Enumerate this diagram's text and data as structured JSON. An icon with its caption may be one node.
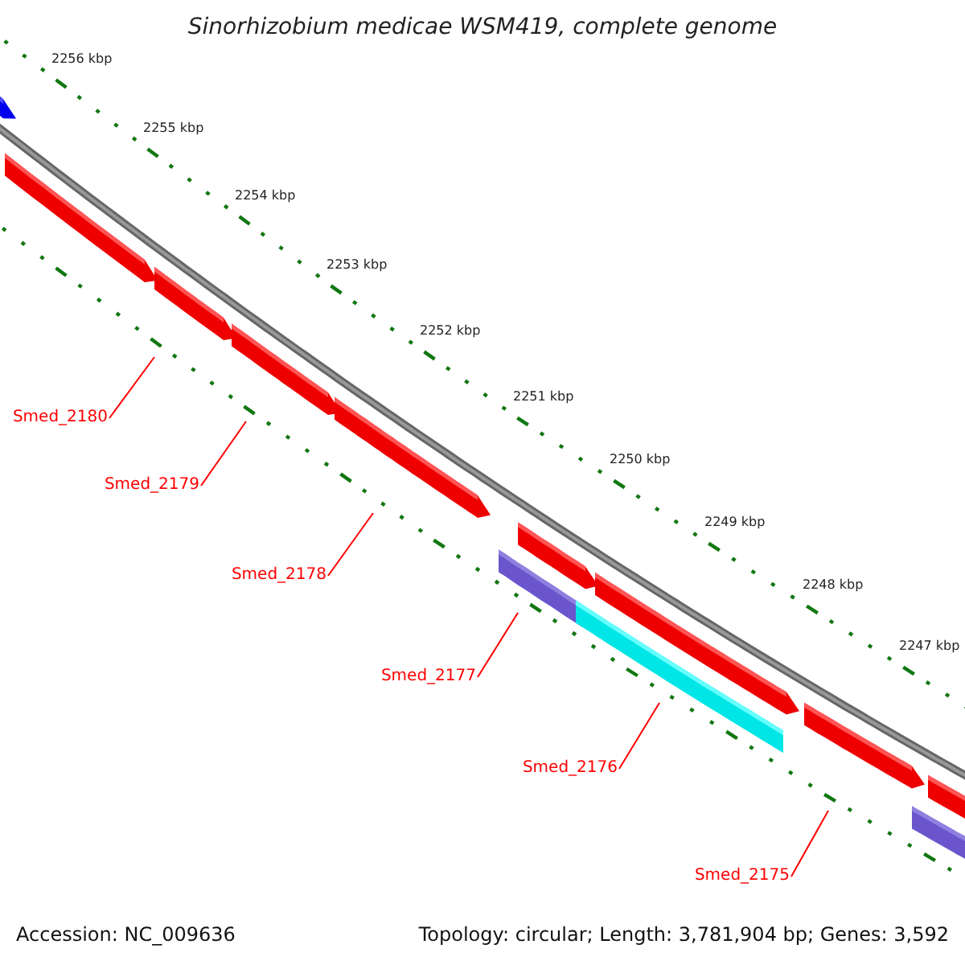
{
  "diagram": {
    "title": "Sinorhizobium medicae WSM419, complete genome",
    "nodes": [
      {
        "text": [
          "Smed_2180"
        ]
      },
      {
        "text": [
          "Smed_2179"
        ]
      },
      {
        "text": [
          "Smed_2178"
        ]
      },
      {
        "text": [
          "Smed_2177"
        ]
      },
      {
        "text": [
          "Smed_2176"
        ]
      },
      {
        "text": [
          "Smed_2175"
        ]
      }
    ],
    "edges": [
      {
        "from": 0,
        "to": null,
        "arrow": "none"
      },
      {
        "from": 1,
        "to": null,
        "arrow": "none"
      },
      {
        "from": 2,
        "to": null,
        "arrow": "none"
      },
      {
        "from": 3,
        "to": null,
        "arrow": "none"
      },
      {
        "from": 4,
        "to": null,
        "arrow": "none"
      },
      {
        "from": 5,
        "to": null,
        "arrow": "none"
      }
    ],
    "labels": [
      "2256 kbp",
      "2255 kbp",
      "2254 kbp",
      "2253 kbp",
      "2252 kbp",
      "2251 kbp",
      "2250 kbp",
      "2249 kbp",
      "2248 kbp",
      "2247 kbp",
      "Accession: NC_009636",
      "Topology: circular; Length: 3,781,904 bp; Genes: 3,592"
    ]
  }
}
